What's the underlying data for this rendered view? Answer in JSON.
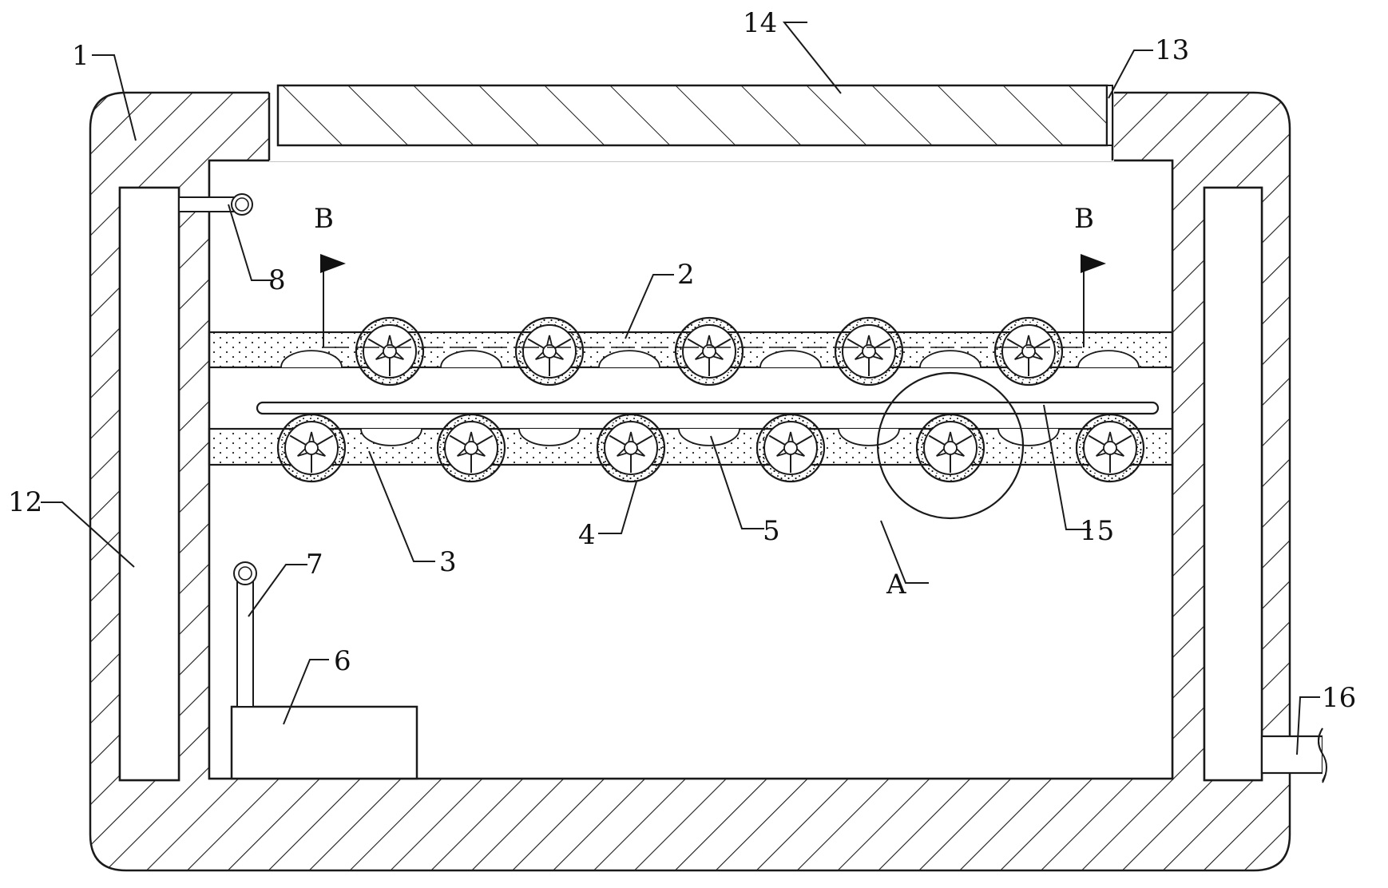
{
  "figure": {
    "labels": {
      "housing": "1",
      "upper_belt": "2",
      "lower_belt": "3",
      "rollers": "4",
      "belt_dots": "5",
      "box": "6",
      "pipe_7": "7",
      "pipe_8": "8",
      "side_panel": "12",
      "lid_edge": "13",
      "lid": "14",
      "rod": "15",
      "outlet": "16",
      "detail": "A",
      "section_left": "B",
      "section_right": "B"
    },
    "upper_roller_count": 5,
    "lower_roller_count": 6,
    "colors": {
      "line": "#1a1a1a",
      "background": "#ffffff"
    }
  }
}
